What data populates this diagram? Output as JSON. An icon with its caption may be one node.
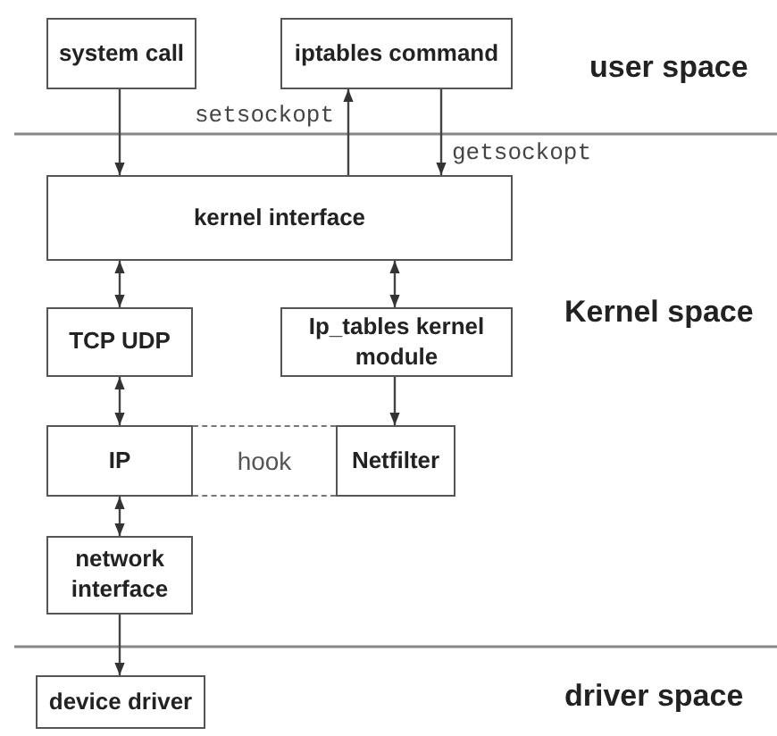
{
  "diagram": {
    "nodes": [
      {
        "text": [
          "system call"
        ]
      },
      {
        "text": [
          "iptables command"
        ]
      },
      {
        "text": [
          "kernel interface"
        ]
      },
      {
        "text": [
          "TCP UDP"
        ]
      },
      {
        "text": [
          "Ip_tables kernel module"
        ]
      },
      {
        "text": [
          "IP"
        ]
      },
      {
        "text": [
          "hook"
        ]
      },
      {
        "text": [
          "Netfilter"
        ]
      },
      {
        "text": [
          "network interface"
        ]
      },
      {
        "text": [
          "device driver"
        ]
      }
    ],
    "edges": [
      {
        "from": 0,
        "to": 2,
        "arrow": "to"
      },
      {
        "from": 2,
        "to": 1,
        "arrow": "to",
        "label": "setsockopt"
      },
      {
        "from": 1,
        "to": 2,
        "arrow": "to",
        "label": "getsockopt"
      },
      {
        "from": 2,
        "to": 3,
        "arrow": "both"
      },
      {
        "from": 2,
        "to": 4,
        "arrow": "both"
      },
      {
        "from": 3,
        "to": 5,
        "arrow": "both"
      },
      {
        "from": 4,
        "to": 7,
        "arrow": "to"
      },
      {
        "from": 5,
        "to": 8,
        "arrow": "both"
      },
      {
        "from": 8,
        "to": 9,
        "arrow": "to"
      }
    ],
    "labels": [
      "user space",
      "Kernel space",
      "driver space"
    ]
  }
}
